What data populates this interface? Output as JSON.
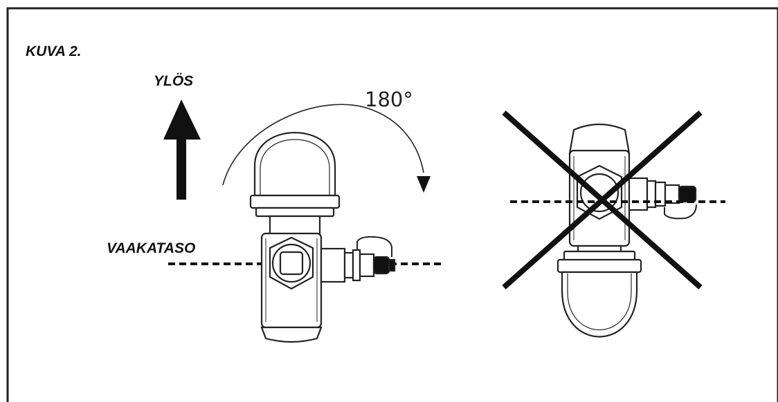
{
  "figure": {
    "caption": "KUVA 2.",
    "up_label": "YLÖS",
    "angle_label": "180°",
    "horizontal_label": "VAAKATASO"
  },
  "colors": {
    "ink": "#111111",
    "frame": "#222222",
    "background": "#ffffff"
  },
  "icons": {
    "up": "up-arrow-icon",
    "rotation": "rotation-arrow-icon",
    "prohibited": "cross-mark-icon"
  }
}
